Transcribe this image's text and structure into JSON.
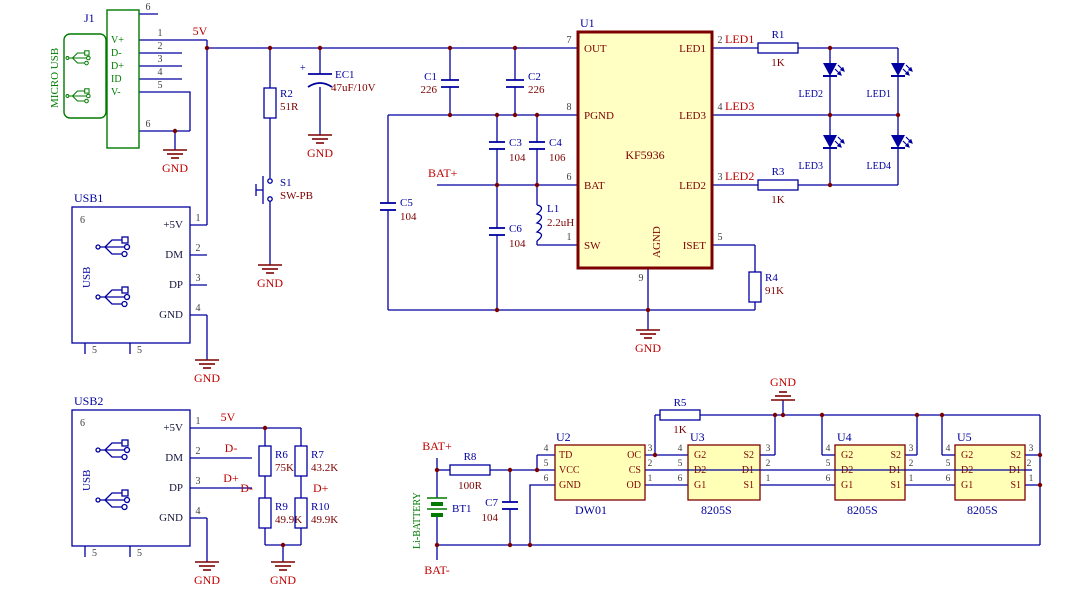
{
  "colors": {
    "wire": "#0000A0",
    "symbol_green": "#007A00",
    "ground_symbol": "#7D0000",
    "net_label": "#C00000",
    "value_text": "#7D0000",
    "designator": "#0000A0",
    "ic_fill": "#FFFFB8",
    "ic_border": "#7D0000",
    "pin_number": "#404040"
  },
  "nets": {
    "v5": "5V",
    "bat_plus": "BAT+",
    "bat_minus": "BAT-",
    "d_minus": "D-",
    "d_plus": "D+",
    "led1": "LED1",
    "led2": "LED2",
    "led3": "LED3",
    "gnd": "GND"
  },
  "j1": {
    "ref": "J1",
    "connector_label": "MICRO USB",
    "pin_names": [
      "V+",
      "D-",
      "D+",
      "ID",
      "V-"
    ],
    "pin_numbers": [
      "1",
      "2",
      "3",
      "4",
      "5"
    ],
    "shield_pin_number": "6"
  },
  "usb1": {
    "ref": "USB1",
    "body_label": "USB",
    "pin_names": [
      "+5V",
      "DM",
      "DP",
      "GND"
    ],
    "pin_numbers": [
      "1",
      "2",
      "3",
      "4"
    ],
    "shield_top_number": "6",
    "shield_bottom_number": "5"
  },
  "usb2": {
    "ref": "USB2",
    "body_label": "USB",
    "pin_names": [
      "+5V",
      "DM",
      "DP",
      "GND"
    ],
    "pin_numbers": [
      "1",
      "2",
      "3",
      "4"
    ],
    "shield_top_number": "6",
    "shield_bottom_number": "5"
  },
  "components": {
    "r1": {
      "ref": "R1",
      "value": "1K"
    },
    "r2": {
      "ref": "R2",
      "value": "51R"
    },
    "r3": {
      "ref": "R3",
      "value": "1K"
    },
    "r4": {
      "ref": "R4",
      "value": "91K"
    },
    "r5": {
      "ref": "R5",
      "value": "1K"
    },
    "r6": {
      "ref": "R6",
      "value": "75K"
    },
    "r7": {
      "ref": "R7",
      "value": "43.2K"
    },
    "r8": {
      "ref": "R8",
      "value": "100R"
    },
    "r9": {
      "ref": "R9",
      "value": "49.9K"
    },
    "r10": {
      "ref": "R10",
      "value": "49.9K"
    },
    "c1": {
      "ref": "C1",
      "value": "226"
    },
    "c2": {
      "ref": "C2",
      "value": "226"
    },
    "c3": {
      "ref": "C3",
      "value": "104"
    },
    "c4": {
      "ref": "C4",
      "value": "106"
    },
    "c5": {
      "ref": "C5",
      "value": "104"
    },
    "c6": {
      "ref": "C6",
      "value": "104"
    },
    "c7": {
      "ref": "C7",
      "value": "104"
    },
    "ec1": {
      "ref": "EC1",
      "value": "47uF/10V",
      "polarity_mark": "+"
    },
    "l1": {
      "ref": "L1",
      "value": "2.2uH"
    },
    "s1": {
      "ref": "S1",
      "value": "SW-PB"
    },
    "bt1": {
      "ref": "BT1",
      "label": "Li-BATTERY"
    },
    "leds": {
      "led1": "LED1",
      "led2": "LED2",
      "led3": "LED3",
      "led4": "LED4"
    }
  },
  "u1": {
    "ref": "U1",
    "part": "KF5936",
    "pins": {
      "out": {
        "name": "OUT",
        "number": "7"
      },
      "pgnd": {
        "name": "PGND",
        "number": "8"
      },
      "bat": {
        "name": "BAT",
        "number": "6"
      },
      "sw": {
        "name": "SW",
        "number": "1"
      },
      "led1": {
        "name": "LED1",
        "number": "2"
      },
      "led3": {
        "name": "LED3",
        "number": "4"
      },
      "led2": {
        "name": "LED2",
        "number": "3"
      },
      "iset": {
        "name": "ISET",
        "number": "5"
      },
      "agnd": {
        "name": "AGND",
        "number": "9"
      }
    }
  },
  "u2": {
    "ref": "U2",
    "part": "DW01",
    "pins": {
      "td": {
        "name": "TD",
        "number": "4"
      },
      "vcc": {
        "name": "VCC",
        "number": "5"
      },
      "gnd": {
        "name": "GND",
        "number": "6"
      },
      "oc": {
        "name": "OC",
        "number": "3"
      },
      "cs": {
        "name": "CS",
        "number": "2"
      },
      "od": {
        "name": "OD",
        "number": "1"
      }
    }
  },
  "fets": {
    "part": "8205S",
    "refs": [
      "U3",
      "U4",
      "U5"
    ],
    "pin_names": {
      "g2": "G2",
      "s2": "S2",
      "d2": "D2",
      "d1": "D1",
      "g1": "G1",
      "s1": "S1"
    },
    "pin_numbers": {
      "g2": "4",
      "s2": "3",
      "d2": "5",
      "d1": "2",
      "g1": "6",
      "s1": "1"
    }
  }
}
